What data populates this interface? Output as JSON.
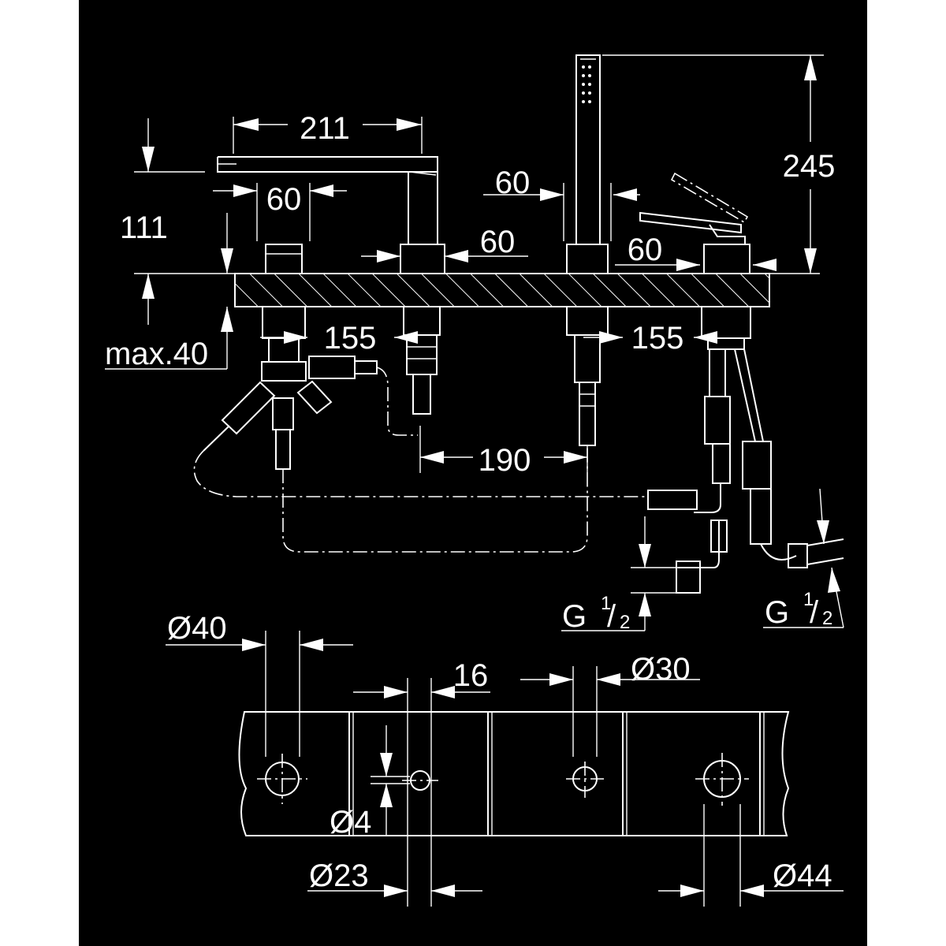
{
  "diagram": {
    "colors": {
      "background": "#000000",
      "line": "#ffffff",
      "page": "#ffffff"
    },
    "dimensions": {
      "spout_reach": "211",
      "spout_height": "111",
      "spout_body_width": "60",
      "spout_stem_width": "60",
      "handshower_offset": "60",
      "handle_offset": "60",
      "handshower_height": "245",
      "max_deck": "max.40",
      "spacing_left": "155",
      "spacing_right": "155",
      "spacing_center": "190",
      "thread_left": "G",
      "thread_right": "G",
      "thread_fraction_num": "1",
      "thread_fraction_den": "2",
      "hole_40": "Ø40",
      "hole_16": "16",
      "hole_30": "Ø30",
      "hole_4": "Ø4",
      "hole_23": "Ø23",
      "hole_44": "Ø44"
    }
  }
}
